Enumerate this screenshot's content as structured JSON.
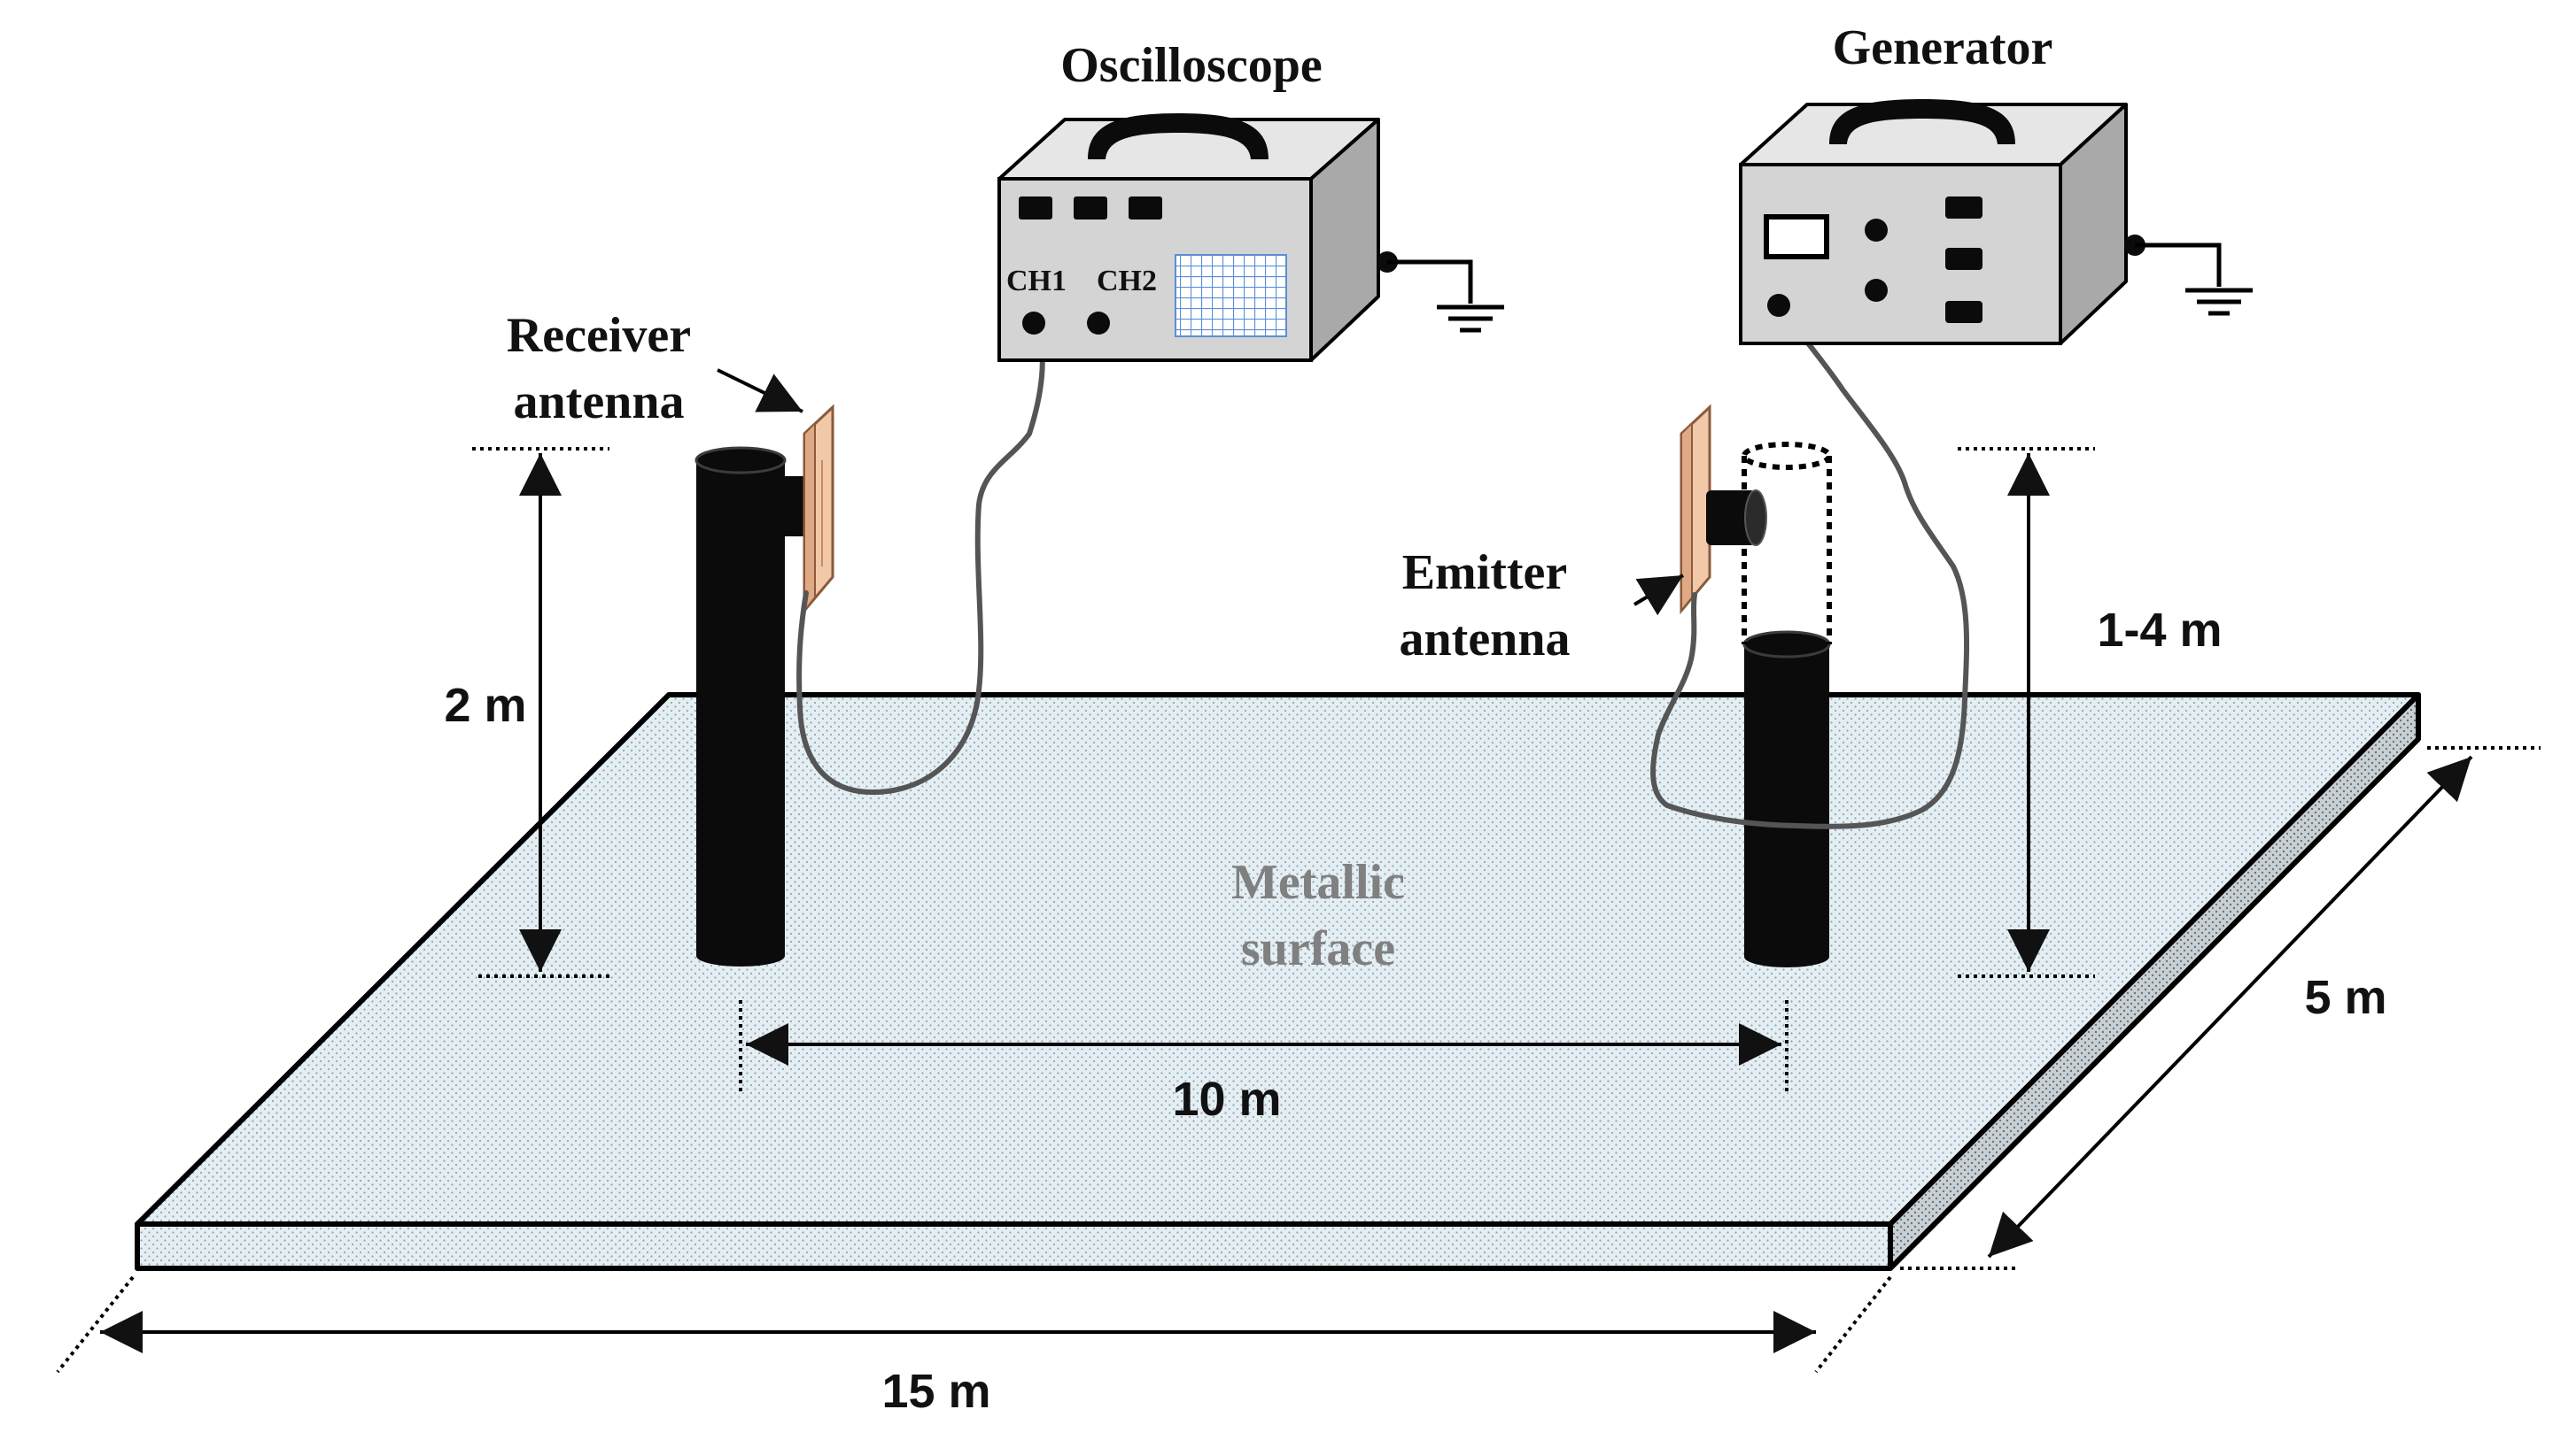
{
  "labels": {
    "oscilloscope": "Oscilloscope",
    "generator": "Generator",
    "receiver_line1": "Receiver",
    "receiver_line2": "antenna",
    "emitter_line1": "Emitter",
    "emitter_line2": "antenna",
    "ch1": "CH1",
    "ch2": "CH2",
    "metallic_line1": "Metallic",
    "metallic_line2": "surface"
  },
  "dimensions": {
    "receiver_height": "2 m",
    "emitter_height": "1-4 m",
    "antenna_separation": "10 m",
    "surface_length": "15 m",
    "surface_width": "5 m"
  },
  "colors": {
    "surface_fill": "#e4eef3",
    "surface_dots": "#8fa7b3",
    "pole": "#0b0b0b",
    "antenna": "#f2c9a8",
    "cable": "#555555",
    "device_front": "#d4d4d4",
    "device_side": "#a9a9a9",
    "device_top": "#e6e6e6",
    "screen_grid": "#5b8fd6",
    "metallic_text": "#808080"
  },
  "icons": {
    "ground": "ground-icon",
    "handle": "handle-icon"
  }
}
